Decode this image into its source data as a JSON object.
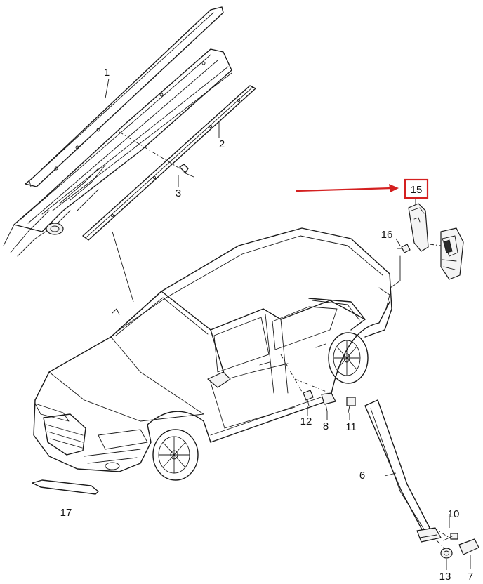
{
  "callouts": [
    {
      "id": "1",
      "label": "1"
    },
    {
      "id": "2",
      "label": "2"
    },
    {
      "id": "3",
      "label": "3"
    },
    {
      "id": "6",
      "label": "6"
    },
    {
      "id": "7",
      "label": "7"
    },
    {
      "id": "8",
      "label": "8"
    },
    {
      "id": "10",
      "label": "10"
    },
    {
      "id": "11",
      "label": "11"
    },
    {
      "id": "12",
      "label": "12"
    },
    {
      "id": "13",
      "label": "13"
    },
    {
      "id": "15",
      "label": "15"
    },
    {
      "id": "16",
      "label": "16"
    },
    {
      "id": "17",
      "label": "17"
    }
  ],
  "highlight": {
    "part": "15",
    "box_color": "#d42020",
    "arrow_color": "#d42020"
  },
  "colors": {
    "line": "#1a1a1a",
    "background": "#ffffff"
  }
}
